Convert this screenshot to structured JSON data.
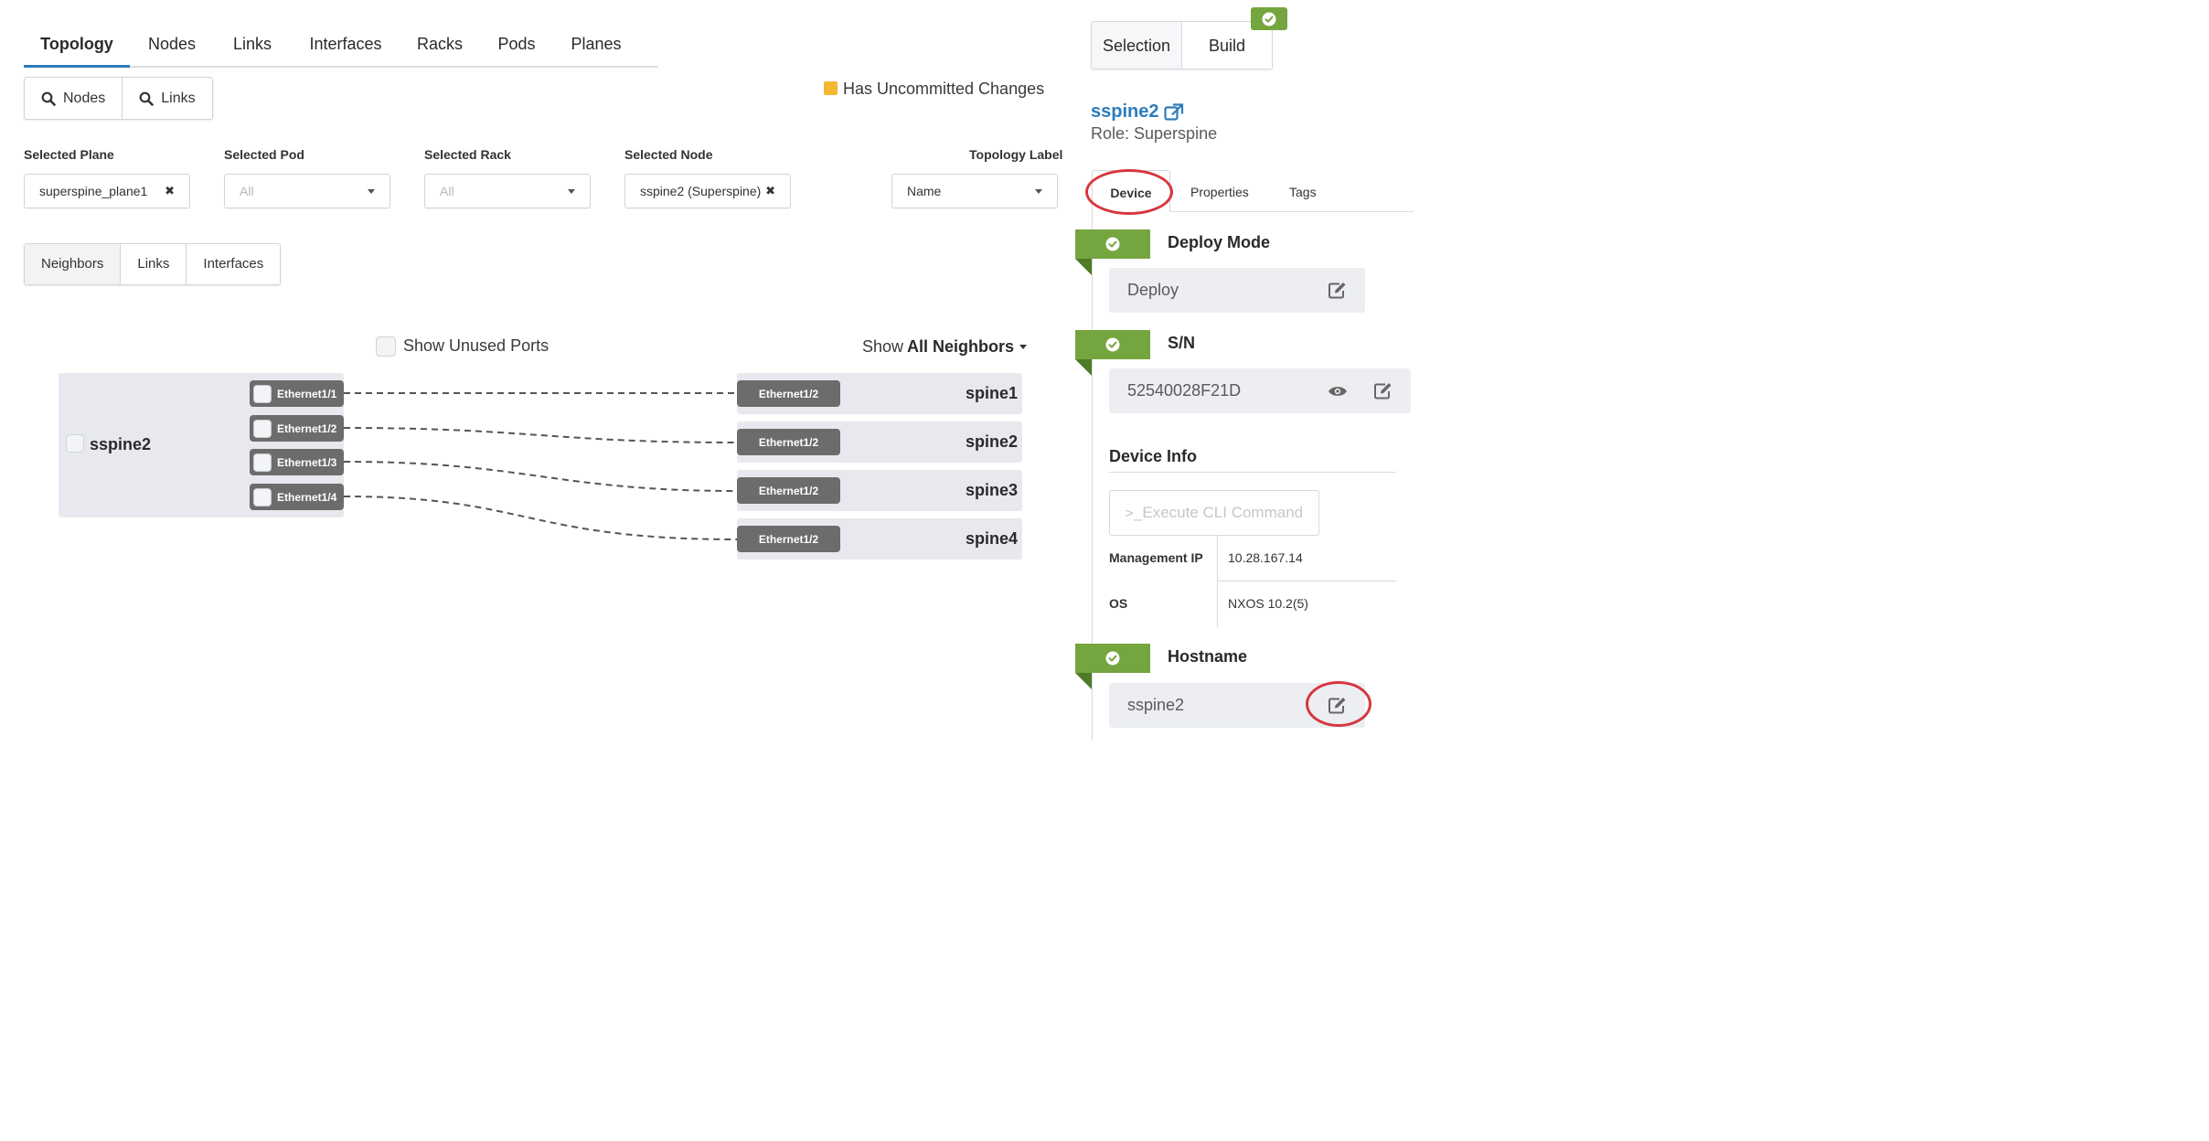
{
  "top_tabs": [
    "Topology",
    "Nodes",
    "Links",
    "Interfaces",
    "Racks",
    "Pods",
    "Planes"
  ],
  "search_buttons": {
    "nodes": "Nodes",
    "links": "Links"
  },
  "legend": {
    "label": "Has Uncommitted Changes",
    "color": "#f3b731"
  },
  "filters": {
    "plane": {
      "label": "Selected Plane",
      "value": "superspine_plane1"
    },
    "pod": {
      "label": "Selected Pod",
      "placeholder": "All"
    },
    "rack": {
      "label": "Selected Rack",
      "placeholder": "All"
    },
    "node": {
      "label": "Selected Node",
      "value": "sspine2 (Superspine)"
    },
    "topology_label": {
      "label": "Topology Label",
      "value": "Name"
    }
  },
  "sub_tabs": [
    "Neighbors",
    "Links",
    "Interfaces"
  ],
  "show_unused_ports": "Show Unused Ports",
  "show_neighbors": {
    "prefix": "Show",
    "value": "All Neighbors"
  },
  "topology": {
    "node": "sspine2",
    "ports": [
      "Ethernet1/1",
      "Ethernet1/2",
      "Ethernet1/3",
      "Ethernet1/4"
    ],
    "neighbors": [
      {
        "port": "Ethernet1/2",
        "name": "spine1"
      },
      {
        "port": "Ethernet1/2",
        "name": "spine2"
      },
      {
        "port": "Ethernet1/2",
        "name": "spine3"
      },
      {
        "port": "Ethernet1/2",
        "name": "spine4"
      }
    ]
  },
  "right_panel": {
    "tabs": [
      "Selection",
      "Build"
    ],
    "node_name": "sspine2",
    "role": "Role: Superspine",
    "detail_tabs": [
      "Device",
      "Properties",
      "Tags"
    ],
    "deploy_mode": {
      "title": "Deploy Mode",
      "value": "Deploy"
    },
    "serial": {
      "title": "S/N",
      "value": "52540028F21D"
    },
    "device_info": {
      "title": "Device Info",
      "execute_label": "_Execute CLI Command",
      "management_ip_label": "Management IP",
      "management_ip": "10.28.167.14",
      "os_label": "OS",
      "os": "NXOS 10.2(5)"
    },
    "hostname": {
      "title": "Hostname",
      "value": "sspine2"
    }
  },
  "colors": {
    "accent": "#2d7cba",
    "success": "#75a53f",
    "annotation": "#d7373f",
    "port": "#6c6c6c"
  }
}
